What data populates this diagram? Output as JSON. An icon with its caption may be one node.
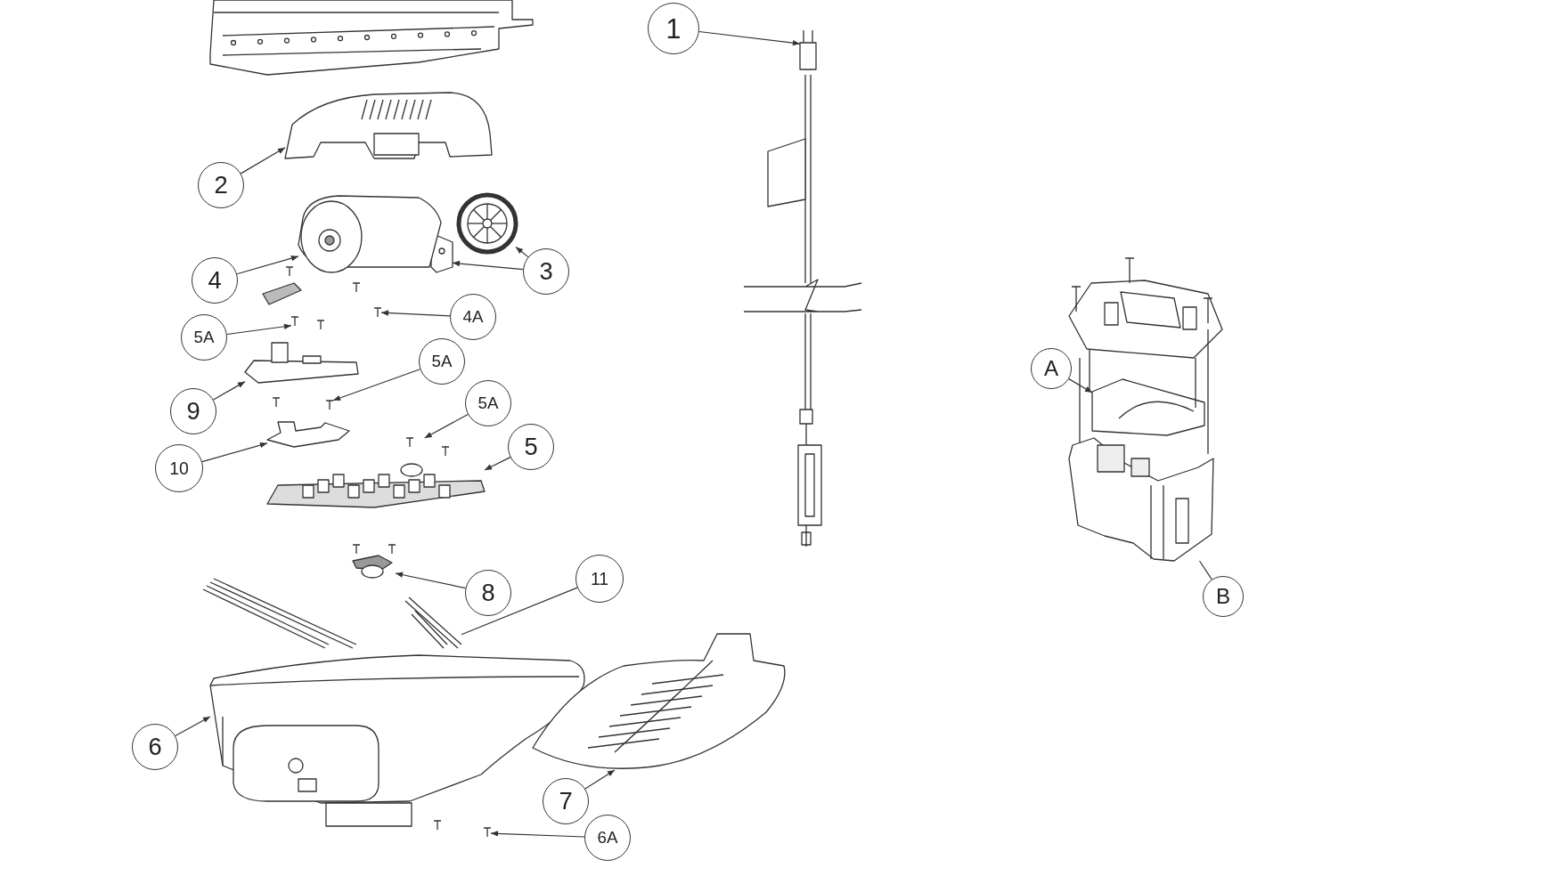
{
  "diagram": {
    "nodes": [
      {
        "text": [
          "1"
        ]
      },
      {
        "text": [
          "2"
        ]
      },
      {
        "text": [
          "3"
        ]
      },
      {
        "text": [
          "4"
        ]
      },
      {
        "text": [
          "4A"
        ]
      },
      {
        "text": [
          "5A"
        ]
      },
      {
        "text": [
          "9"
        ]
      },
      {
        "text": [
          "5A"
        ]
      },
      {
        "text": [
          "10"
        ]
      },
      {
        "text": [
          "5A"
        ]
      },
      {
        "text": [
          "5"
        ]
      },
      {
        "text": [
          "8"
        ]
      },
      {
        "text": [
          "11"
        ]
      },
      {
        "text": [
          "6"
        ]
      },
      {
        "text": [
          "7"
        ]
      },
      {
        "text": [
          "6A"
        ]
      },
      {
        "text": [
          "A"
        ]
      },
      {
        "text": [
          "B"
        ]
      },
      {
        "text": [],
        "shape": "picture"
      },
      {
        "text": [],
        "shape": "picture"
      },
      {
        "text": [],
        "shape": "picture"
      },
      {
        "text": [],
        "shape": "picture"
      },
      {
        "text": [],
        "shape": "picture"
      },
      {
        "text": [],
        "shape": "picture"
      },
      {
        "text": [],
        "shape": "picture"
      },
      {
        "text": [],
        "shape": "picture"
      },
      {
        "text": [],
        "shape": "picture"
      },
      {
        "text": [],
        "shape": "picture"
      },
      {
        "text": [],
        "shape": "picture"
      },
      {
        "text": [],
        "shape": "picture"
      },
      {
        "text": [],
        "shape": "picture"
      },
      {
        "text": [],
        "shape": "picture"
      },
      {
        "text": [],
        "shape": "picture"
      },
      {
        "text": [],
        "shape": "picture"
      },
      {
        "text": [],
        "shape": "picture"
      },
      {
        "text": [],
        "shape": "picture"
      },
      {
        "text": [],
        "shape": "picture"
      }
    ],
    "edges": [
      {
        "from": 0,
        "to": 18,
        "arrow": "to"
      },
      {
        "from": 1,
        "to": 19,
        "arrow": "to"
      },
      {
        "from": 2,
        "to": 20,
        "arrow": "to"
      },
      {
        "from": 2,
        "to": 21,
        "arrow": "to"
      },
      {
        "from": 3,
        "to": 22,
        "arrow": "to"
      },
      {
        "from": 4,
        "to": 23,
        "arrow": "to"
      },
      {
        "from": 5,
        "to": 24,
        "arrow": "to"
      },
      {
        "from": 6,
        "to": 25,
        "arrow": "to"
      },
      {
        "from": 7,
        "to": 26,
        "arrow": "to"
      },
      {
        "from": 8,
        "to": 27,
        "arrow": "to"
      },
      {
        "from": 9,
        "to": 28,
        "arrow": "to"
      },
      {
        "from": 10,
        "to": 29,
        "arrow": "to"
      },
      {
        "from": 11,
        "to": 30,
        "arrow": "to"
      },
      {
        "from": 12,
        "to": 31,
        "arrow": "none"
      },
      {
        "from": 13,
        "to": 32,
        "arrow": "to"
      },
      {
        "from": 14,
        "to": 33,
        "arrow": "to"
      },
      {
        "from": 15,
        "to": 34,
        "arrow": "to"
      },
      {
        "from": 16,
        "to": 35,
        "arrow": "to"
      },
      {
        "from": 17,
        "to": 36,
        "arrow": "none"
      }
    ]
  }
}
